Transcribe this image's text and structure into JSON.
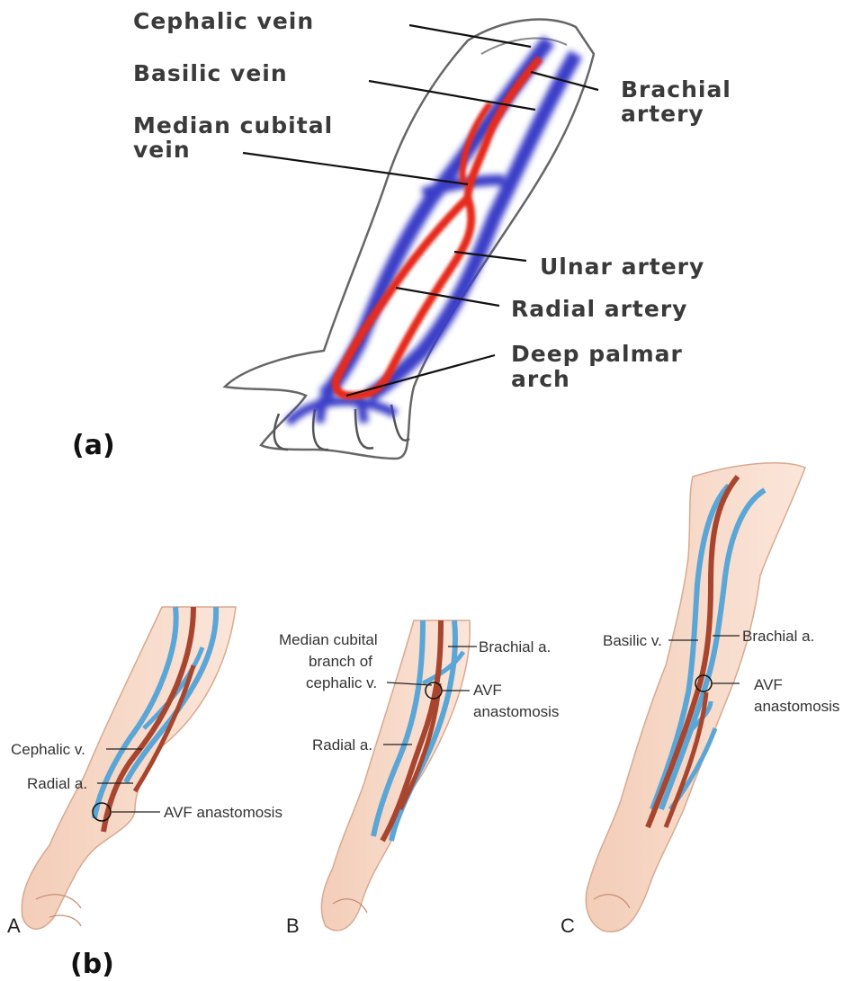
{
  "panel_a": {
    "tag": "(a)",
    "labels": {
      "cephalic_vein": "Cephalic vein",
      "basilic_vein": "Basilic vein",
      "median_cubital_1": "Median cubital",
      "median_cubital_2": "vein",
      "brachial_1": "Brachial",
      "brachial_2": "artery",
      "ulnar_artery": "Ulnar artery",
      "radial_artery": "Radial artery",
      "palmar_1": "Deep palmar",
      "palmar_2": "arch"
    }
  },
  "panel_b": {
    "tag": "(b)",
    "A": {
      "tag": "A",
      "cephalic": "Cephalic v.",
      "radial": "Radial a.",
      "avf": "AVF anastomosis"
    },
    "B": {
      "tag": "B",
      "median_1": "Median cubital",
      "median_2": "branch of",
      "median_3": "cephalic v.",
      "brachial": "Brachial a.",
      "avf_1": "AVF",
      "avf_2": "anastomosis",
      "radial": "Radial a."
    },
    "C": {
      "tag": "C",
      "basilic": "Basilic v.",
      "brachial": "Brachial a.",
      "avf_1": "AVF",
      "avf_2": "anastomosis"
    }
  },
  "colors": {
    "vein_a": "#2a2db8",
    "artery_a": "#e8281e",
    "vein_b": "#5aa6d6",
    "artery_b": "#a8452f",
    "skin": "#f6d9c8",
    "outline": "#555555"
  }
}
